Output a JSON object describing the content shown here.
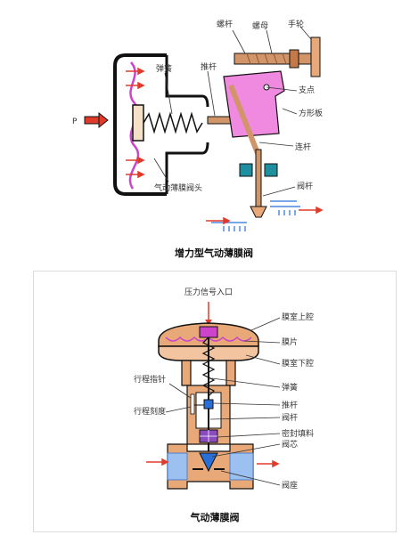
{
  "top_diagram": {
    "caption": "增力型气动薄膜阀",
    "labels": {
      "screw_rod": "螺杆",
      "nut": "螺母",
      "handwheel": "手轮",
      "spring": "弹簧",
      "push_rod": "推杆",
      "pivot": "支点",
      "square_plate": "方形板",
      "pressure": "P",
      "connecting_rod": "连杆",
      "diaphragm_head": "气动薄膜阀头",
      "valve_stem": "阀杆"
    }
  },
  "bottom_diagram": {
    "caption": "气动薄膜阀",
    "labels": {
      "signal_inlet": "压力信号入口",
      "upper_chamber": "膜室上腔",
      "diaphragm": "膜片",
      "lower_chamber": "膜室下腔",
      "stroke_pointer": "行程指针",
      "spring": "弹簧",
      "stroke_scale": "行程刻度",
      "push_rod": "推杆",
      "valve_stem": "阀杆",
      "seal_packing": "密封填料",
      "valve_plug": "阀芯",
      "valve_seat": "阀座"
    }
  },
  "colors": {
    "outline": "#111111",
    "body_tan": "#e8a877",
    "brass": "#d2956a",
    "diaphragm": "#cc44cc",
    "plate_pink": "#f089e0",
    "arrow_red": "#e03a2a",
    "flow_blue": "#2a6fd6",
    "housing_teal": "#1f8fa0",
    "hatch_blue": "#3a70d0",
    "seal_purple": "#8a4bbf"
  }
}
